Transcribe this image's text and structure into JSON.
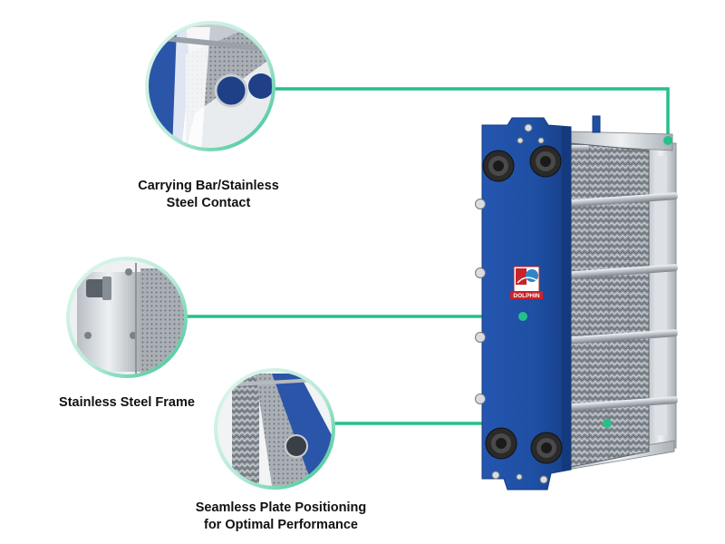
{
  "colors": {
    "accent": "#25c08a",
    "frame_blue": "#1e4fa3",
    "stainless": "#c9ced3",
    "plate": "#9aa1a8",
    "text": "#111111"
  },
  "brand": {
    "logo_label": "DOLPHIN"
  },
  "callouts": [
    {
      "lines": [
        "Carrying Bar/Stainless",
        "Steel Contact"
      ],
      "detail": "carrying-bar-detail"
    },
    {
      "lines": [
        "Stainless Steel Frame"
      ],
      "detail": "stainless-frame-detail"
    },
    {
      "lines": [
        "Seamless Plate Positioning",
        "for Optimal Performance"
      ],
      "detail": "plate-positioning-detail"
    }
  ]
}
